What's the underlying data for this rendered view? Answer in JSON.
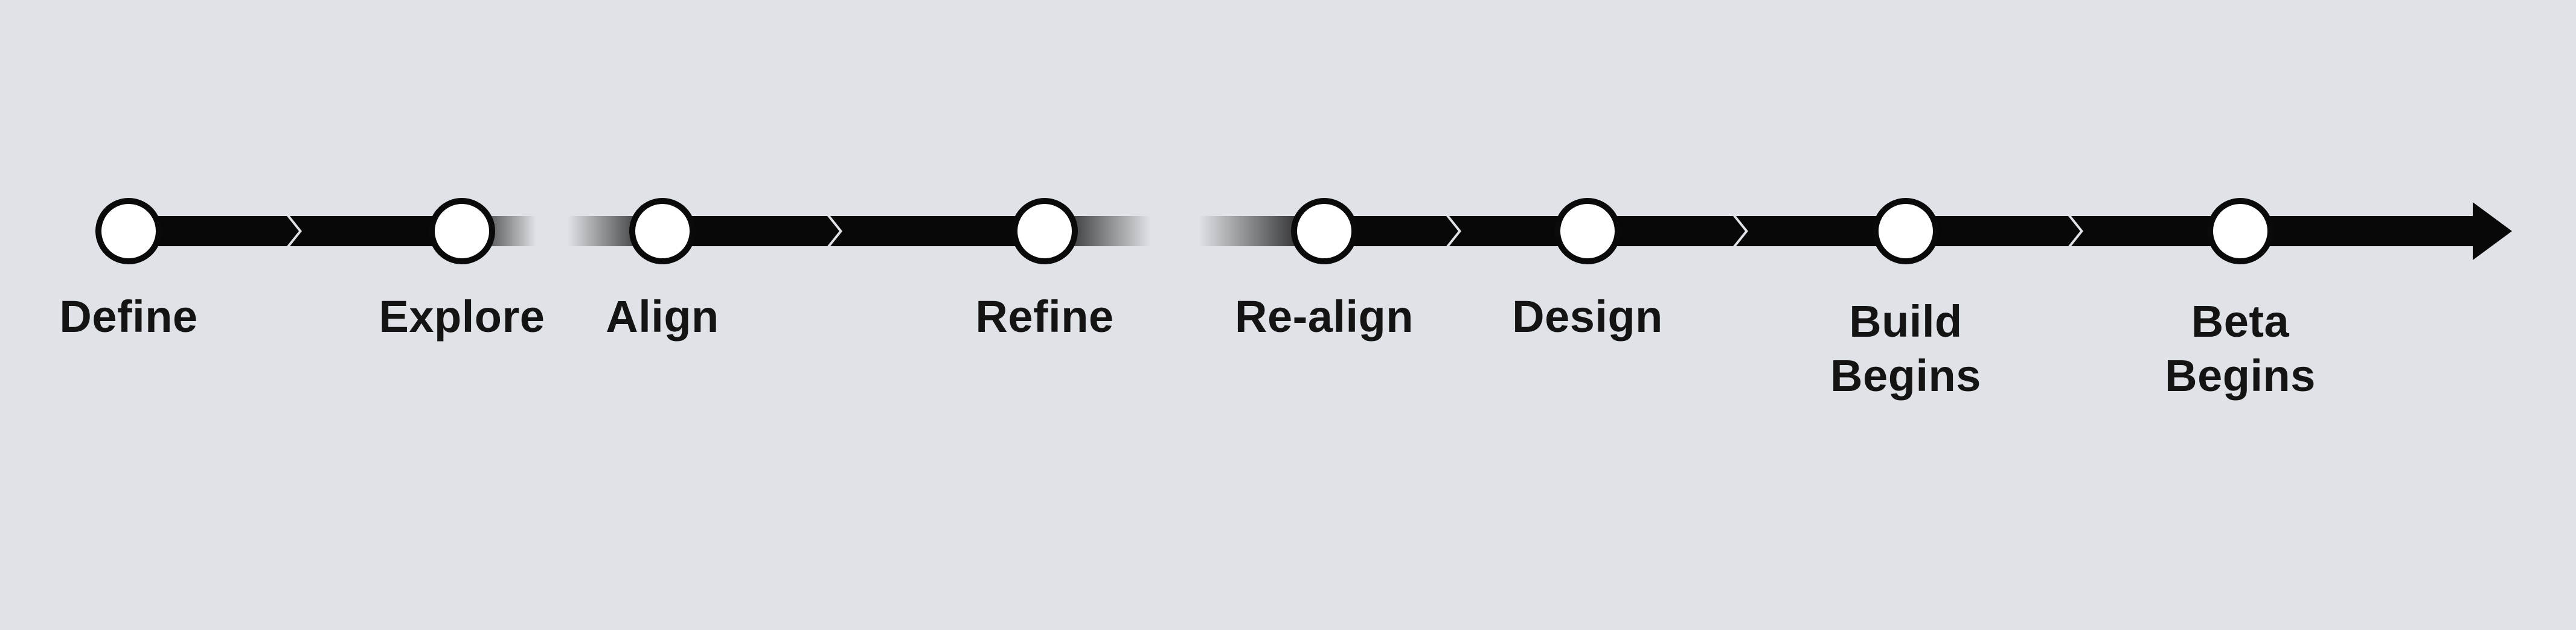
{
  "timeline": {
    "colors": {
      "background": "#dfe2e6",
      "bar": "#080808",
      "node_fill": "#ffffff",
      "node_stroke": "#0a0a0a",
      "label": "#141414"
    },
    "milestones": [
      {
        "id": "define",
        "label": "Define"
      },
      {
        "id": "explore",
        "label": "Explore"
      },
      {
        "id": "align",
        "label": "Align"
      },
      {
        "id": "refine",
        "label": "Refine"
      },
      {
        "id": "re-align",
        "label": "Re-align"
      },
      {
        "id": "design",
        "label": "Design"
      },
      {
        "id": "build-begins",
        "label": "Build\nBegins"
      },
      {
        "id": "beta-begins",
        "label": "Beta\nBegins"
      }
    ],
    "end_marker": "arrow-head-icon"
  }
}
